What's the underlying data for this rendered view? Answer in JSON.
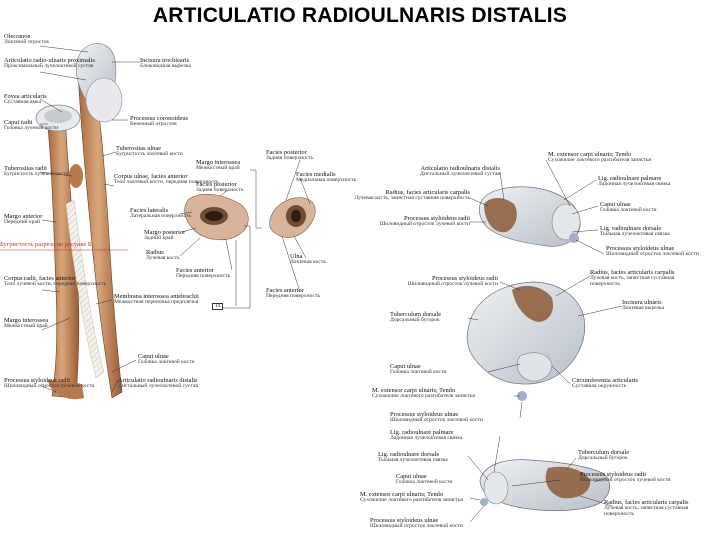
{
  "title": "ARTICULATIO RADIOULNARIS DISTALIS",
  "left_forearm_labels": [
    {
      "la": "Olecranon",
      "ru": "Локтевой отросток"
    },
    {
      "la": "Articulatio radio-ulnaris proximalis",
      "ru": "Проксимальный лучелоктевой сустав"
    },
    {
      "la": "Fovea articularis",
      "ru": "Суставная ямка"
    },
    {
      "la": "Caput radii",
      "ru": "Головка лучевой кости"
    },
    {
      "la": "Tuberositas radii",
      "ru": "Бугристость лучевой кости"
    },
    {
      "la": "Margo anterior",
      "ru": "Передний край"
    },
    {
      "la": "Бугристость разреза на рисунке Б",
      "ru": ""
    },
    {
      "la": "Corpus radii, facies anterior",
      "ru": "Тело лучевой кости, передняя поверхность"
    },
    {
      "la": "Margo interossea",
      "ru": "Межкостный край"
    },
    {
      "la": "Processus styloideus radii",
      "ru": "Шиловидный отросток лучевой кости"
    }
  ],
  "middle_forearm_labels": [
    {
      "la": "Incisura trochlearis",
      "ru": "Блоковидная вырезка"
    },
    {
      "la": "Processus coronoideus",
      "ru": "Венечный отросток"
    },
    {
      "la": "Tuberositas ulnae",
      "ru": "Бугристость локтевой кости"
    },
    {
      "la": "Corpus ulnae, facies anterior",
      "ru": "Тело локтевой кости, передняя поверхность"
    },
    {
      "la": "Membrana interossea antebrachii",
      "ru": "Межкостная перепонка предплечья"
    },
    {
      "la": "Caput ulnae",
      "ru": "Головка локтевой кости"
    },
    {
      "la": "Articulatio radioulnaris distalis",
      "ru": "Дистальный лучелоктевой сустав"
    }
  ],
  "section_labels": [
    {
      "la": "Margo interossea",
      "ru": "Межкостный край"
    },
    {
      "la": "Facies posterior",
      "ru": "Задняя поверхность"
    },
    {
      "la": "Facies lateralis",
      "ru": "Латеральная поверхность"
    },
    {
      "la": "Margo posterior",
      "ru": "Задний край"
    },
    {
      "la": "Radius",
      "ru": "Лучевая кость"
    },
    {
      "la": "Facies anterior",
      "ru": "Передняя поверхность"
    },
    {
      "la": "Facies posterior",
      "ru": "Задняя поверхность"
    },
    {
      "la": "Facies medialis",
      "ru": "Медиальная поверхность"
    },
    {
      "la": "Ulna",
      "ru": "Локтевая кость"
    },
    {
      "la": "Facies anterior",
      "ru": "Передняя поверхность"
    }
  ],
  "section_box": "14",
  "top_right_left_labels": [
    {
      "la": "Articulatio radioulnaris distalis",
      "ru": "Дистальный лучелоктевой сустав"
    },
    {
      "la": "Radius, facies articularis carpalis",
      "ru": "Лучевая кость, запястная суставная поверхность"
    },
    {
      "la": "Processus styloideus radii",
      "ru": "Шиловидный отросток лучевой кости"
    }
  ],
  "top_right_right_labels": [
    {
      "la": "M. extensor carpi ulnaris; Tendo",
      "ru": "Сухожилие локтевого разгибателя запястья"
    },
    {
      "la": "Lig. radioulnare palmare",
      "ru": "Ладонная лучелоктевая связка"
    },
    {
      "la": "Caput ulnae",
      "ru": "Головка локтевой кости"
    },
    {
      "la": "Lig. radioulnare dorsale",
      "ru": "Тыльная лучелоктевая связка"
    },
    {
      "la": "Processus styloideus ulnae",
      "ru": "Шиловидный отросток локтевой кости"
    }
  ],
  "mid_right_left_labels": [
    {
      "la": "Processus styloideus radii",
      "ru": "Шиловидный отросток лучевой кости"
    },
    {
      "la": "Tuberculum dorsale",
      "ru": "Дорсальный бугорок"
    },
    {
      "la": "Caput ulnae",
      "ru": "Головка локтевой кости"
    },
    {
      "la": "M. extensor carpi ulnaris; Tendo",
      "ru": "Сухожилие локтевого разгибателя запястья"
    },
    {
      "la": "Processus styloideus ulnae",
      "ru": "Шиловидный отросток локтевой кости"
    }
  ],
  "mid_right_right_labels": [
    {
      "la": "Radius, facies articularis carpalis",
      "ru": "Лучевая кость, запястная суставная поверхность"
    },
    {
      "la": "Incisura ulnaris",
      "ru": "Локтевая вырезка"
    },
    {
      "la": "Circumferentia articularis",
      "ru": "Суставная окружность"
    }
  ],
  "bottom_right_left_labels": [
    {
      "la": "Lig. radioulnare palmare",
      "ru": "Ладонная лучелоктевая связка"
    },
    {
      "la": "Lig. radioulnare dorsale",
      "ru": "Тыльная лучелоктевая связка"
    },
    {
      "la": "Caput ulnae",
      "ru": "Головка локтевой кости"
    },
    {
      "la": "M. extensor carpi ulnaris; Tendo",
      "ru": "Сухожилие локтевого разгибателя запястья"
    },
    {
      "la": "Processus styloideus ulnae",
      "ru": "Шиловидный отросток локтевой кости"
    }
  ],
  "bottom_right_right_labels": [
    {
      "la": "Tuberculum dorsale",
      "ru": "Дорсальный бугорок"
    },
    {
      "la": "Processus styloideus radii",
      "ru": "Шиловидный отросток лучевой кости"
    },
    {
      "la": "Radius, facies articularis carpalis",
      "ru": "Лучевая кость, запястная суставная поверхность"
    }
  ],
  "colors": {
    "bone": "#c9946b",
    "bone_dark": "#8a5530",
    "cartilage": "#d8dde3",
    "leader": "#222222",
    "red_line": "#c0392b"
  }
}
